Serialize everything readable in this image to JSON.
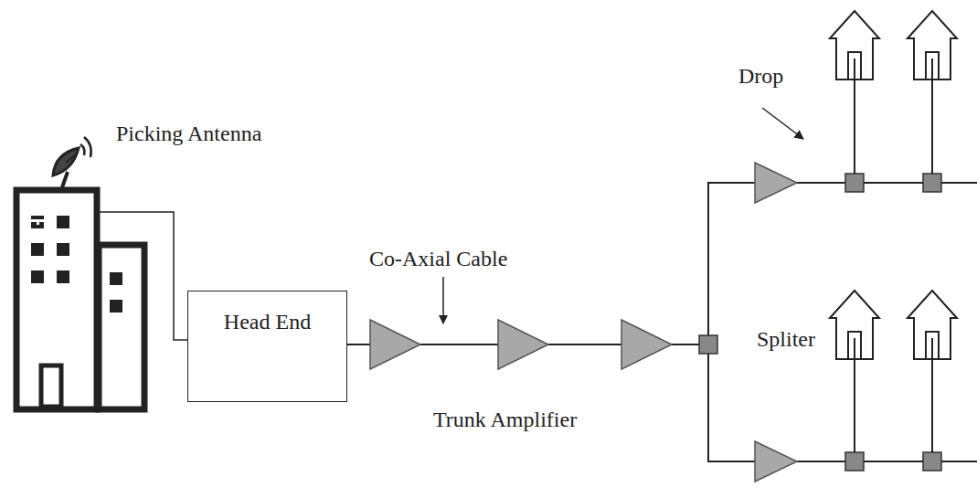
{
  "diagram": {
    "nodes": [
      {
        "text": [
          "Head End"
        ]
      }
    ],
    "labels": [
      "Picking Antenna",
      "Co-Axial Cable",
      "Trunk Amplifier",
      "Drop",
      "Spliter"
    ]
  }
}
